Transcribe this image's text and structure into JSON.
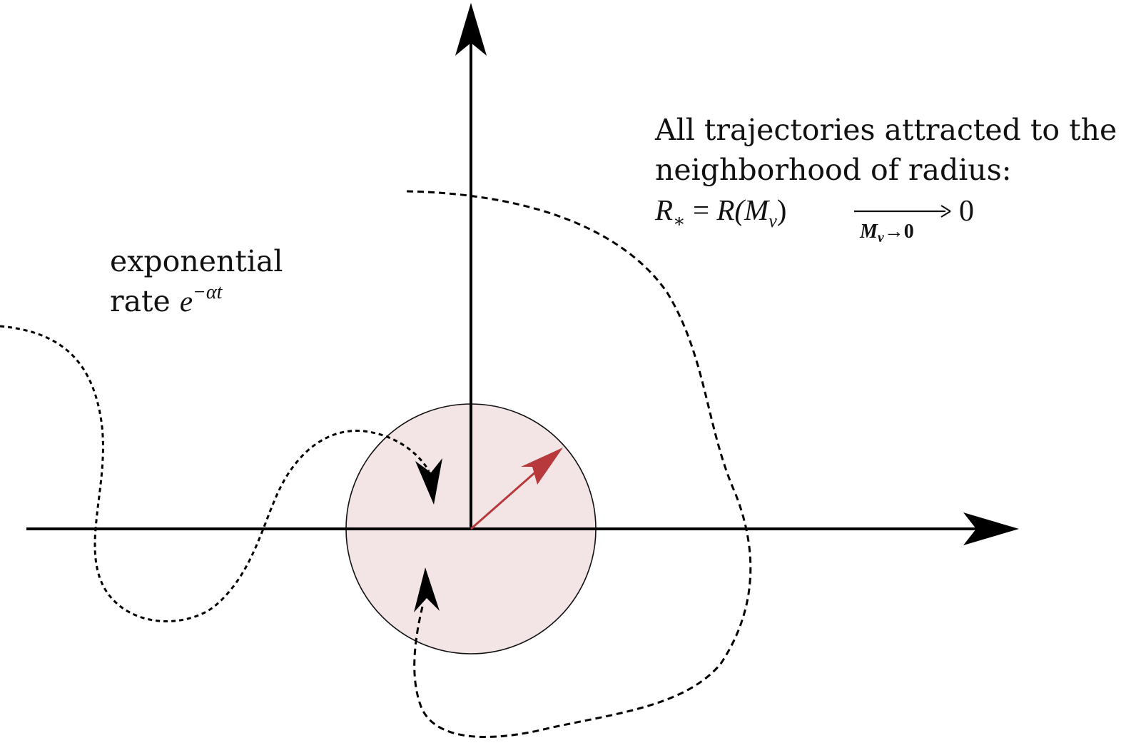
{
  "left_annotation": {
    "line1": "exponential",
    "line2_text": "rate ",
    "line2_base": "e",
    "line2_exponent": "−αt"
  },
  "right_annotation": {
    "line1": "All trajectories attracted to the",
    "line2": "neighborhood of radius:",
    "formula_lhs": "R",
    "formula_lhs_sub": "∗",
    "formula_eq": " = ",
    "formula_rhs": "R(M",
    "formula_rhs_sub": "v",
    "formula_rhs_close": ")",
    "limit_sub": "M",
    "limit_sub_sub": "v",
    "limit_sub_arrow": "→0",
    "limit_result": "0"
  },
  "colors": {
    "axis": "#000000",
    "trajectory": "#000000",
    "neighborhood_fill": "#f3e4e5",
    "neighborhood_stroke": "#111111",
    "radius_arrow": "#b8393b"
  },
  "icons": {
    "x_axis_head": "arrowhead-right-icon",
    "y_axis_head": "arrowhead-up-icon",
    "trajectory_head": "arrowhead-icon"
  }
}
